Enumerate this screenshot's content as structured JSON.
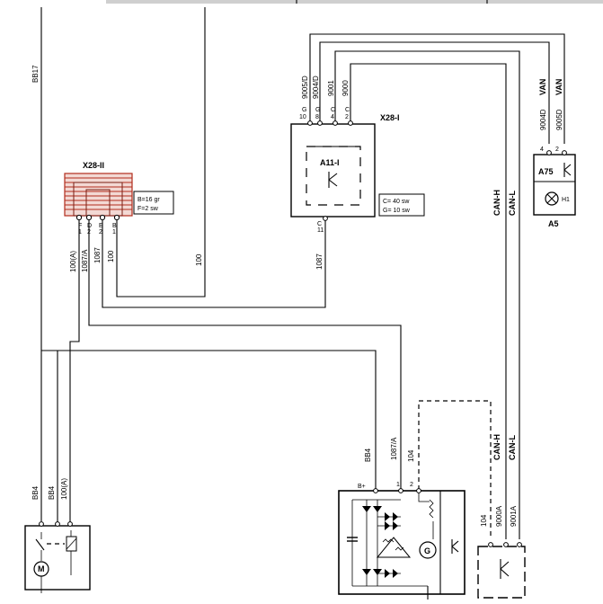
{
  "connectors": {
    "x28_ii": "X28-II",
    "x28_i": "X28-I",
    "a11": "A11-I",
    "a75": "A75",
    "a5": "A5",
    "h1": "H1"
  },
  "notes": {
    "x28_ii_line1": "B=16 gr",
    "x28_ii_line2": "F=2 sw",
    "x28_i_line1": "C= 40 sw",
    "x28_i_line2": "G= 10 sw"
  },
  "wires": {
    "bb17": "BB17",
    "w100": "100",
    "w100a_left": "100(A)",
    "w1087a_left": "1087/A",
    "w1087_left": "1087",
    "w100_left": "100",
    "w1087_mid": "1087",
    "w9005d": "9005/D",
    "w9004d": "9004/D",
    "w9001": "9001",
    "w9000": "9000",
    "canh_top": "CAN-H",
    "canl_top": "CAN-L",
    "van1": "VAN",
    "van2": "VAN",
    "w9004d_r": "9004D",
    "w9005d_r": "9005D",
    "bb4_a": "BB4",
    "bb4_b": "BB4",
    "w100a_bot": "100(A)",
    "bb4_c": "BB4",
    "w1087a_bot": "1087/A",
    "w104": "104",
    "canh_bot": "CAN-H",
    "canl_bot": "CAN-L",
    "w104_b": "104",
    "w9000a": "9000A",
    "w9001a": "9001A"
  },
  "pins": {
    "x28ii_f": "F",
    "x28ii_f1": "1",
    "x28ii_d": "D",
    "x28ii_2a": "2",
    "x28ii_e": "E",
    "x28ii_2b": "2",
    "x28ii_b": "B",
    "x28ii_1": "1",
    "x28i_g": "G",
    "x28i_10": "10",
    "x28i_g2": "G",
    "x28i_8": "8",
    "x28i_c": "C",
    "x28i_4": "4",
    "x28i_c2": "C",
    "x28i_2": "2",
    "x28i_c_bot": "C",
    "x28i_11": "11",
    "a75_4": "4",
    "a75_2": "2",
    "alt_bplus": "B+",
    "alt_1": "1",
    "alt_2": "2",
    "alt_g": "G",
    "motor_m": "M"
  }
}
